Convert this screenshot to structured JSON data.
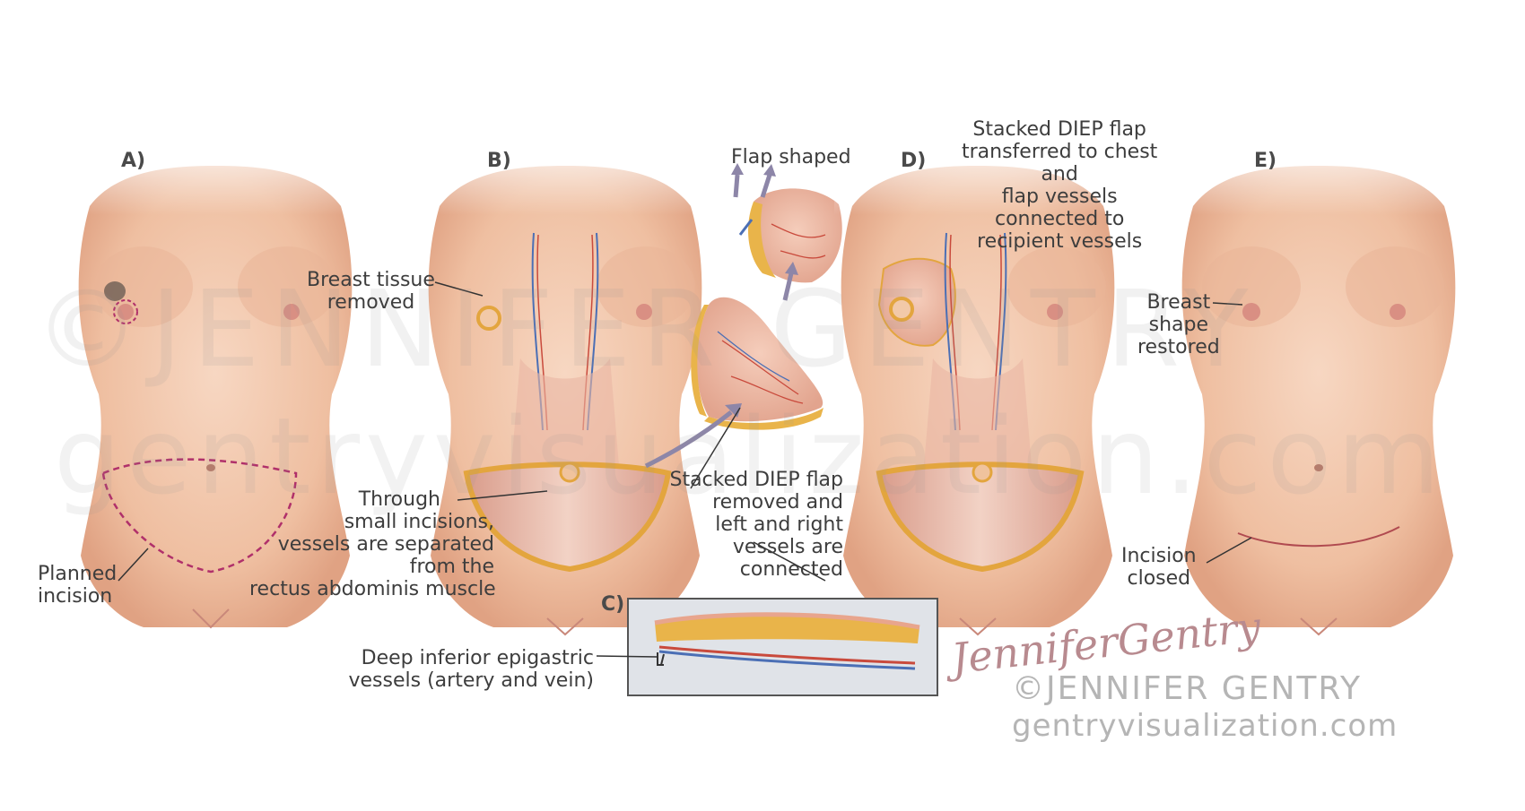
{
  "panels": {
    "a": "A)",
    "b": "B)",
    "c": "C)",
    "d": "D)",
    "e": "E)"
  },
  "labels": {
    "planned_incision": [
      "Planned",
      "incision"
    ],
    "breast_tissue_removed": [
      "Breast tissue",
      "removed"
    ],
    "through_small_incisions": [
      "Through",
      "small incisions,",
      "vessels are separated",
      "from the",
      "rectus abdominis muscle"
    ],
    "flap_shaped": [
      "Flap shaped"
    ],
    "stacked_flap_removed": [
      "Stacked DIEP flap",
      "removed and",
      "left and right",
      "vessels are",
      "connected"
    ],
    "deep_inferior_vessels": [
      "Deep inferior epigastric",
      "vessels (artery and vein)"
    ],
    "flap_transferred": [
      "Stacked DIEP flap",
      "transferred to chest",
      "and",
      "flap vessels",
      "connected to",
      "recipient vessels"
    ],
    "breast_shape_restored": [
      "Breast",
      "shape",
      "restored"
    ],
    "incision_closed": [
      "Incision",
      "closed"
    ]
  },
  "watermark": {
    "big_line1": "©JENNIFER GENTRY",
    "big_line2": "gentryvisualization.com",
    "copyright": "©JENNIFER GENTRY",
    "website": "gentryvisualization.com",
    "signature": "JenniferGentry"
  },
  "colors": {
    "skin": "#f3c9ae",
    "skin_shadow": "#e3a98a",
    "muscle": "#e8b7a4",
    "fat": "#e9b44a",
    "incision": "#b0306a",
    "artery": "#c94a3c",
    "vein": "#4b6fb5",
    "arrow": "#8d86a8",
    "text": "#3d3d3d"
  }
}
